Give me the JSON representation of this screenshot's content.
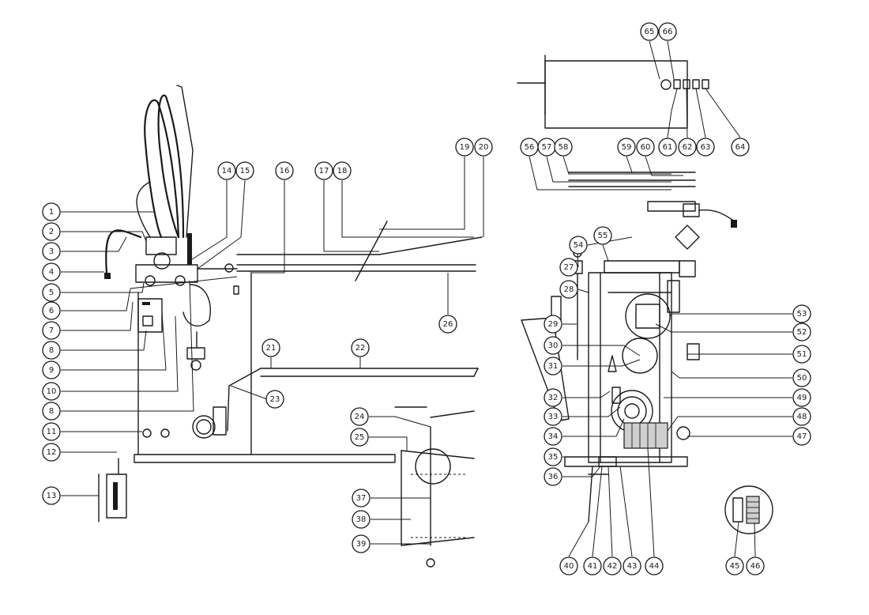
{
  "diagram": {
    "callouts": [
      "1",
      "2",
      "3",
      "4",
      "5",
      "6",
      "7",
      "8",
      "9",
      "10",
      "8",
      "11",
      "12",
      "13",
      "14",
      "15",
      "16",
      "17",
      "18",
      "19",
      "20",
      "21",
      "22",
      "23",
      "24",
      "25",
      "26",
      "27",
      "28",
      "29",
      "30",
      "31",
      "32",
      "33",
      "34",
      "35",
      "36",
      "37",
      "38",
      "39",
      "40",
      "41",
      "42",
      "43",
      "44",
      "45",
      "46",
      "47",
      "48",
      "49",
      "50",
      "51",
      "52",
      "53",
      "54",
      "55",
      "56",
      "57",
      "58",
      "59",
      "60",
      "61",
      "62",
      "63",
      "64",
      "65",
      "66"
    ]
  }
}
